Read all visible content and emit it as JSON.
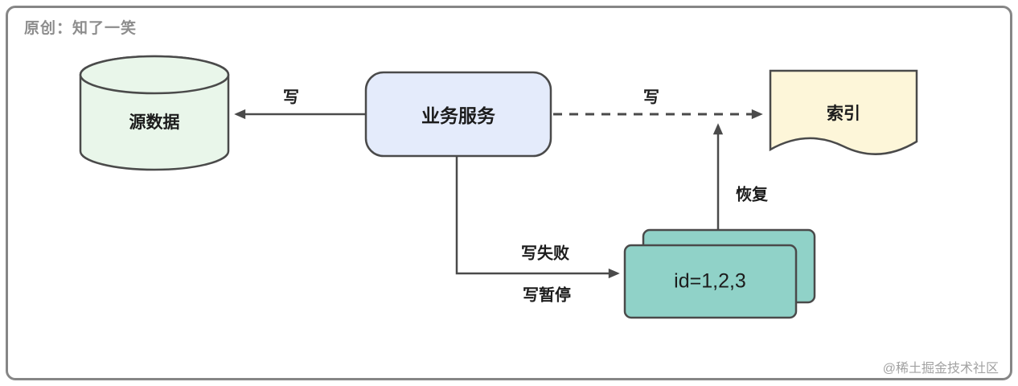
{
  "header": {
    "author_label": "原创：知了一笑"
  },
  "footer": {
    "watermark": "@稀土掘金技术社区"
  },
  "diagram": {
    "stroke_color": "#4a4a4a",
    "nodes": {
      "source_db": {
        "label": "源数据",
        "fill": "#e9f6ea",
        "shape": "cylinder"
      },
      "service": {
        "label": "业务服务",
        "fill": "#e4ebfb",
        "shape": "rounded-rect"
      },
      "index_doc": {
        "label": "索引",
        "fill": "#fdf6d9",
        "shape": "document"
      },
      "id_card": {
        "label": "id=1,2,3",
        "fill": "#90d2c8",
        "shape": "stacked-cards"
      }
    },
    "edges": {
      "write_db": {
        "label": "写",
        "style": "solid",
        "from": "service",
        "to": "source_db"
      },
      "write_index": {
        "label": "写",
        "style": "dashed",
        "from": "service",
        "to": "index_doc"
      },
      "write_fail": {
        "label": "写失败",
        "from": "service",
        "to": "id_card"
      },
      "write_pause": {
        "label": "写暂停",
        "from": "service",
        "to": "id_card"
      },
      "recover": {
        "label": "恢复",
        "style": "solid",
        "from": "id_card",
        "to": "write_index"
      }
    }
  }
}
